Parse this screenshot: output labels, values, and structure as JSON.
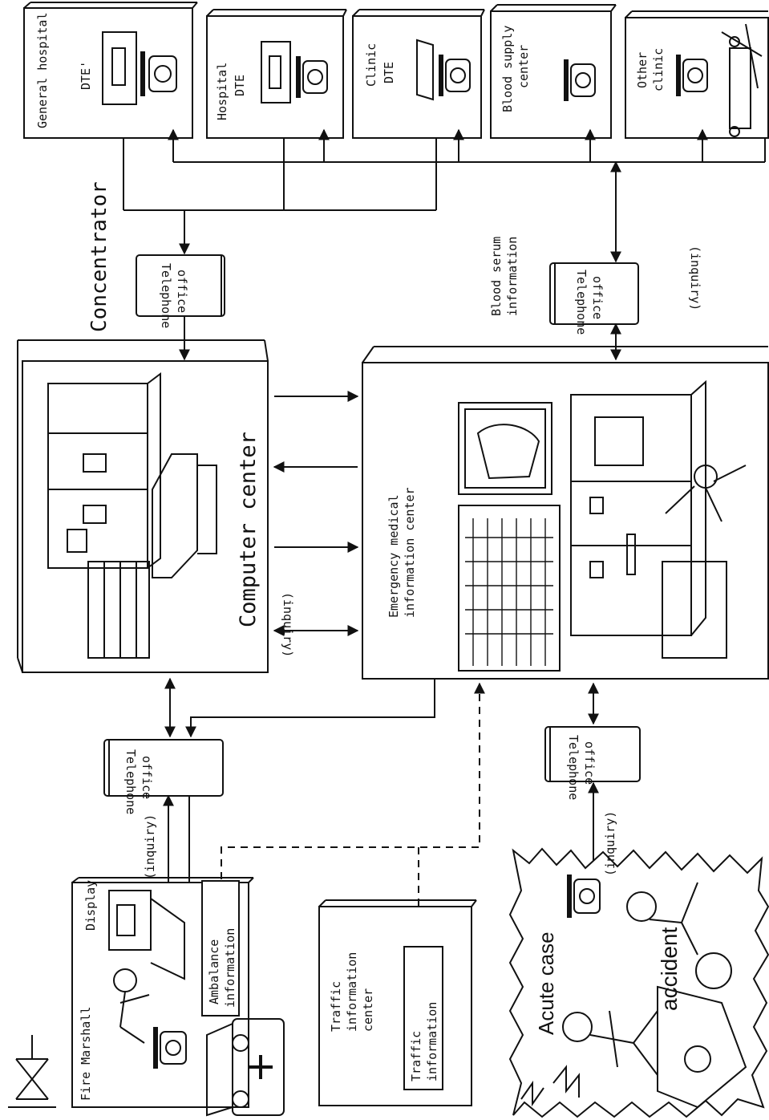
{
  "boxes": {
    "general_hospital": {
      "name": "General hospital",
      "sub": "DTE'"
    },
    "hospital": {
      "name": "Hospital",
      "sub": "DTE"
    },
    "clinic": {
      "name": "Clinic",
      "sub": "DTE"
    },
    "blood_supply": {
      "name": "Blood supply",
      "sub": "center"
    },
    "other_clinic": {
      "name": "Other",
      "sub": "clinic"
    },
    "computer_center": "Computer center",
    "emergency_center": {
      "line1": "Emergency medical",
      "line2": "information center"
    },
    "fire_marshall": "Fire Marshall",
    "display": "Display",
    "ambulance_info": {
      "line1": "Ambalance",
      "line2": "information"
    },
    "traffic_center": {
      "line1": "Traffic",
      "line2": "information",
      "line3": "center"
    },
    "traffic_info": {
      "line1": "Traffic",
      "line2": "information"
    },
    "acute_case": "Acute case",
    "accident": "accident"
  },
  "labels": {
    "concentrator": "Concentrator",
    "telephone_office": {
      "line1": "Telephone",
      "line2": "office"
    },
    "inquiry": "(inquiry)",
    "blood_serum": {
      "line1": "Blood serum",
      "line2": "information"
    }
  }
}
